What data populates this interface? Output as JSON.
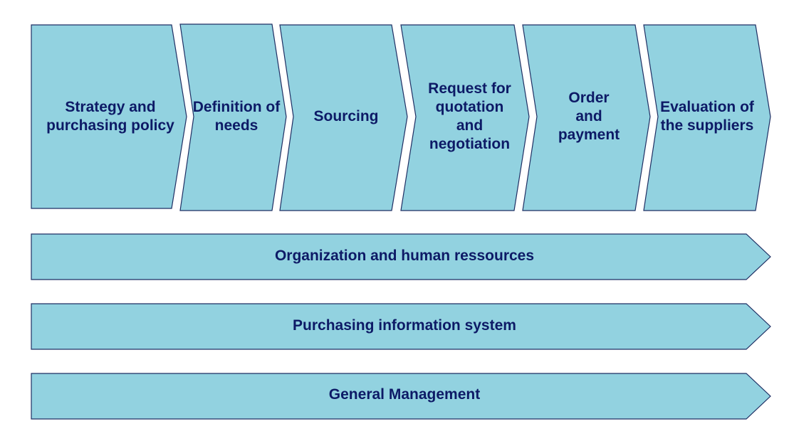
{
  "colors": {
    "shape_fill": "#92d2e0",
    "shape_stroke": "#1f2f63",
    "text": "#0d1a66"
  },
  "process_steps": [
    {
      "label": "Strategy and\npurchasing policy"
    },
    {
      "label": "Definition of\nneeds"
    },
    {
      "label": "Sourcing"
    },
    {
      "label": "Request for\nquotation\nand\nnegotiation"
    },
    {
      "label": "Order\nand\npayment"
    },
    {
      "label": "Evaluation of\nthe suppliers"
    }
  ],
  "support_bands": [
    {
      "label": "Organization and human ressources"
    },
    {
      "label": "Purchasing information system"
    },
    {
      "label": "General Management"
    }
  ]
}
